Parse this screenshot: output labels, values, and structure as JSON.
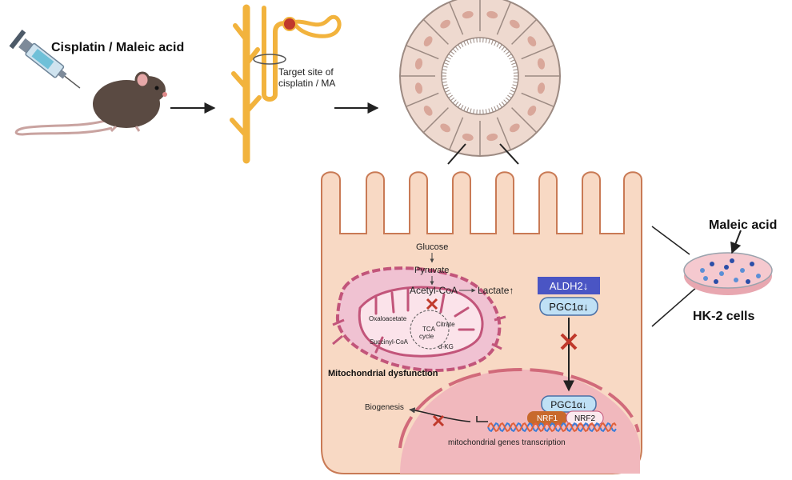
{
  "labels": {
    "injection": "Cisplatin / Maleic acid",
    "target_site_line1": "Target site of",
    "target_site_line2": "cisplatin /  MA",
    "maleic_acid": "Maleic acid",
    "hk2": "HK-2 cells",
    "glucose": "Glucose",
    "pyruvate": "Pyruvate",
    "acetyl_coa": "Acetyl-CoA",
    "lactate": "Lactate↑",
    "oxaloacetate": "Oxaloacetate",
    "citrate": "Citrate",
    "tca_line1": "TCA",
    "tca_line2": "cycle",
    "succinyl_coa": "Succinyl-CoA",
    "akg": "α-KG",
    "mito_dysfunction": "Mitochondrial dysfunction",
    "aldh2": "ALDH2↓",
    "pgc1a_top": "PGC1α↓",
    "pgc1a_nucleus": "PGC1α↓",
    "nrf1": "NRF1",
    "nrf2": "NRF2",
    "biogenesis": "Biogenesis",
    "transcription": "mitochondrial genes transcription"
  },
  "colors": {
    "cell_fill": "#f8d9c4",
    "cell_stroke": "#c97a55",
    "mito": "#c2557a",
    "mito_light": "#f0c2d2",
    "nucleus": "#f1b8bd",
    "aldh2_box": "#4a55c4",
    "pgc_box": "#bfe0f5",
    "nrf1_box": "#c8692c",
    "inhibit": "#c0392b",
    "nephron": "#f2b33d",
    "tubule_cell": "#eed9cf"
  },
  "icons": [
    "syringe-icon",
    "mouse-icon",
    "nephron-icon",
    "tubule-cross-section-icon",
    "petri-dish-icon",
    "dna-icon"
  ]
}
